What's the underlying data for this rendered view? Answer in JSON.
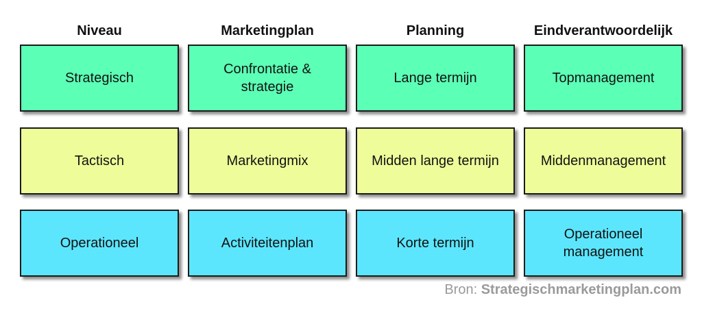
{
  "headers": [
    "Niveau",
    "Marketingplan",
    "Planning",
    "Eindverantwoordelijk"
  ],
  "rows": [
    {
      "color": "#5cffb6",
      "cells": [
        "Strategisch",
        "Confrontatie &\nstrategie",
        "Lange termijn",
        "Topmanagement"
      ]
    },
    {
      "color": "#eefd99",
      "cells": [
        "Tactisch",
        "Marketingmix",
        "Midden lange termijn",
        "Middenmanagement"
      ]
    },
    {
      "color": "#5ce6fd",
      "cells": [
        "Operationeel",
        "Activiteitenplan",
        "Korte termijn",
        "Operationeel\nmanagement"
      ]
    }
  ],
  "source": {
    "prefix": "Bron: ",
    "name": "Strategischmarketingplan.com"
  }
}
